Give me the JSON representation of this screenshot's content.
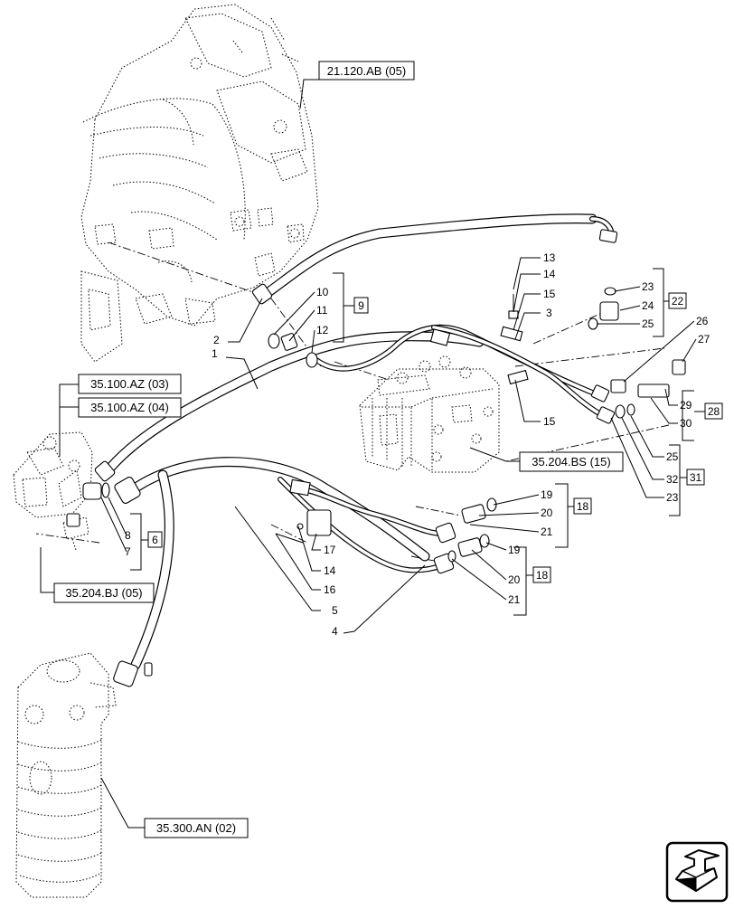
{
  "references": [
    {
      "id": "ref-21-120-ab-05",
      "text": "21.120.AB (05)"
    },
    {
      "id": "ref-35-100-az-03",
      "text": "35.100.AZ (03)"
    },
    {
      "id": "ref-35-100-az-04",
      "text": "35.100.AZ (04)"
    },
    {
      "id": "ref-35-204-bs-15",
      "text": "35.204.BS (15)"
    },
    {
      "id": "ref-35-204-bj-05",
      "text": "35.204.BJ (05)"
    },
    {
      "id": "ref-35-300-an-02",
      "text": "35.300.AN (02)"
    }
  ],
  "callouts": [
    "1",
    "2",
    "3",
    "4",
    "5",
    "7",
    "8",
    "10",
    "11",
    "12",
    "13",
    "14",
    "15",
    "14",
    "16",
    "17",
    "19",
    "20",
    "21",
    "19",
    "20",
    "21",
    "23",
    "24",
    "25",
    "26",
    "27",
    "29",
    "30",
    "25",
    "32",
    "23",
    "15"
  ],
  "groups": [
    {
      "id": "group-9",
      "text": "9"
    },
    {
      "id": "group-22",
      "text": "22"
    },
    {
      "id": "group-28",
      "text": "28"
    },
    {
      "id": "group-31",
      "text": "31"
    },
    {
      "id": "group-18-upper",
      "text": "18"
    },
    {
      "id": "group-18-lower",
      "text": "18"
    },
    {
      "id": "group-6",
      "text": "6"
    }
  ],
  "nav_icon": "next-page-arrow-icon"
}
